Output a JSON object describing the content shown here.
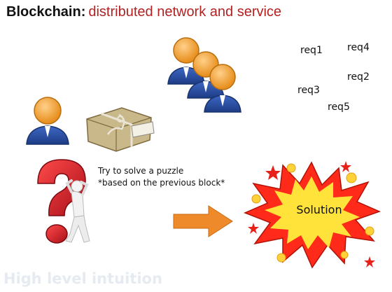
{
  "title": {
    "bold": "Blockchain:",
    "rest": "distributed network and service"
  },
  "requests": [
    "req1",
    "req4",
    "req2",
    "req3",
    "req5"
  ],
  "puzzle": {
    "line1": "Try to solve a puzzle",
    "line2": "*based on the previous block*"
  },
  "solution_label": "Solution",
  "footer": "High level intuition",
  "colors": {
    "title_accent": "#b22222",
    "person_head": "#f2a33a",
    "person_body": "#2a4fa0",
    "arrow": "#ee8a2a",
    "burst": "#ff2a1a",
    "burst_core": "#ffe23a",
    "question_mark": "#d8202a",
    "package": "#c9b98a"
  }
}
